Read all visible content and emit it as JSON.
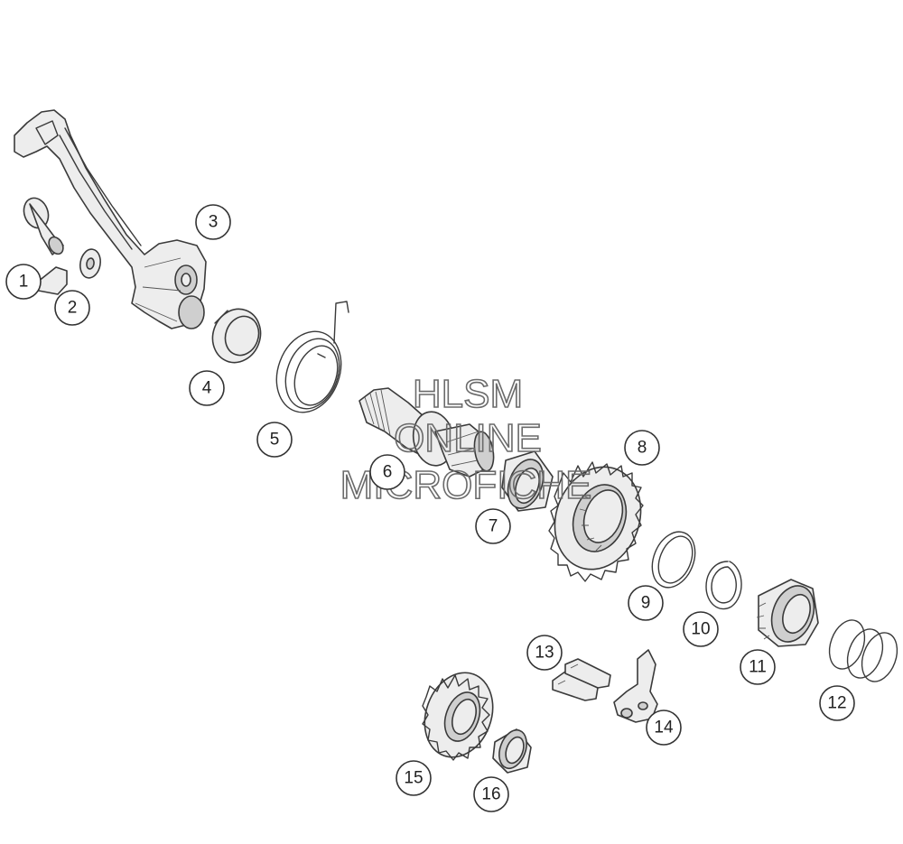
{
  "watermark": {
    "line1": "HLSM",
    "line2": "ONLINE",
    "line3": "MICROFICHE"
  },
  "callouts": [
    {
      "id": "1",
      "label": "1"
    },
    {
      "id": "2",
      "label": "2"
    },
    {
      "id": "3",
      "label": "3"
    },
    {
      "id": "4",
      "label": "4"
    },
    {
      "id": "5",
      "label": "5"
    },
    {
      "id": "6",
      "label": "6"
    },
    {
      "id": "7",
      "label": "7"
    },
    {
      "id": "8",
      "label": "8"
    },
    {
      "id": "9",
      "label": "9"
    },
    {
      "id": "10",
      "label": "10"
    },
    {
      "id": "11",
      "label": "11"
    },
    {
      "id": "12",
      "label": "12"
    },
    {
      "id": "13",
      "label": "13"
    },
    {
      "id": "14",
      "label": "14"
    },
    {
      "id": "15",
      "label": "15"
    },
    {
      "id": "16",
      "label": "16"
    }
  ]
}
